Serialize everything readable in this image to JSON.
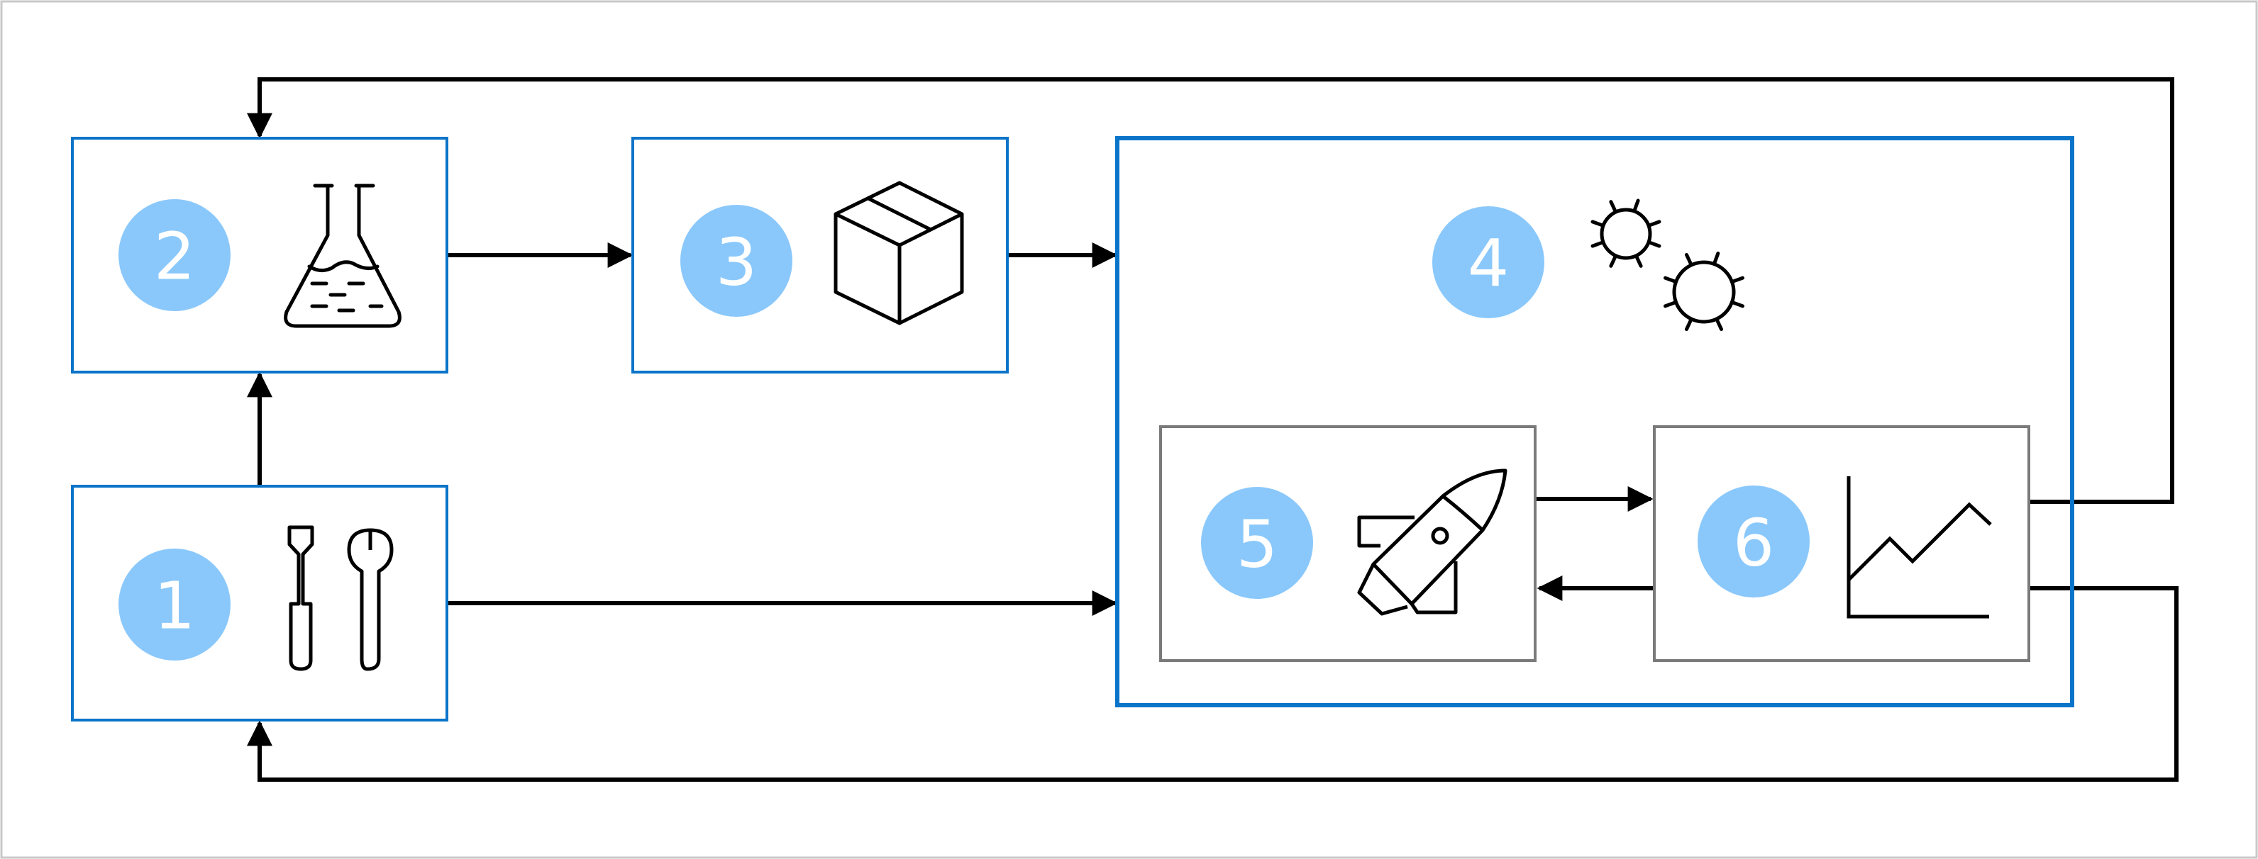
{
  "colors": {
    "frame_border": "#c8c8c8",
    "box_border_blue": "#0a74c9",
    "box_border_gray": "#7a7a7a",
    "badge_fill": "#8ac8fb",
    "badge_text": "#ffffff",
    "line": "#000000"
  },
  "steps": [
    {
      "number": "1",
      "icon": "tools-icon"
    },
    {
      "number": "2",
      "icon": "flask-icon"
    },
    {
      "number": "3",
      "icon": "package-box-icon"
    },
    {
      "number": "4",
      "icon": "gears-icon"
    },
    {
      "number": "5",
      "icon": "rocket-icon"
    },
    {
      "number": "6",
      "icon": "line-chart-icon"
    }
  ]
}
